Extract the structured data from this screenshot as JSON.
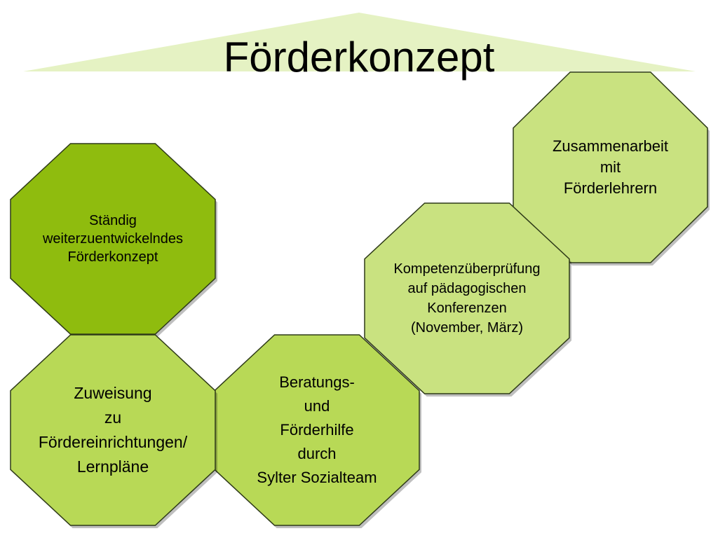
{
  "title": "Förderkonzept",
  "colors": {
    "roof": "#e5f2c3",
    "dark": "#8fbc0e",
    "mid": "#b8d956",
    "light": "#c9e280",
    "border": "#2e3a18"
  },
  "octagons": [
    {
      "key": "zusammenarbeit",
      "text": "Zusammenarbeit\nmit\nFörderlehrern",
      "fill": "light"
    },
    {
      "key": "kompetenz",
      "text": "Kompetenzüberprüfung\nauf pädagogischen\nKonferenzen\n(November, März)",
      "fill": "light"
    },
    {
      "key": "staendig",
      "text": "Ständig\nweiterzuentwickelndes\nFörderkonzept",
      "fill": "dark"
    },
    {
      "key": "beratung",
      "text": "Beratungs-\nund\nFörderhilfe\ndurch\nSylter Sozialteam",
      "fill": "mid"
    },
    {
      "key": "zuweisung",
      "text": "Zuweisung\nzu\nFördereinrichtungen/\nLernpläne",
      "fill": "mid"
    }
  ]
}
